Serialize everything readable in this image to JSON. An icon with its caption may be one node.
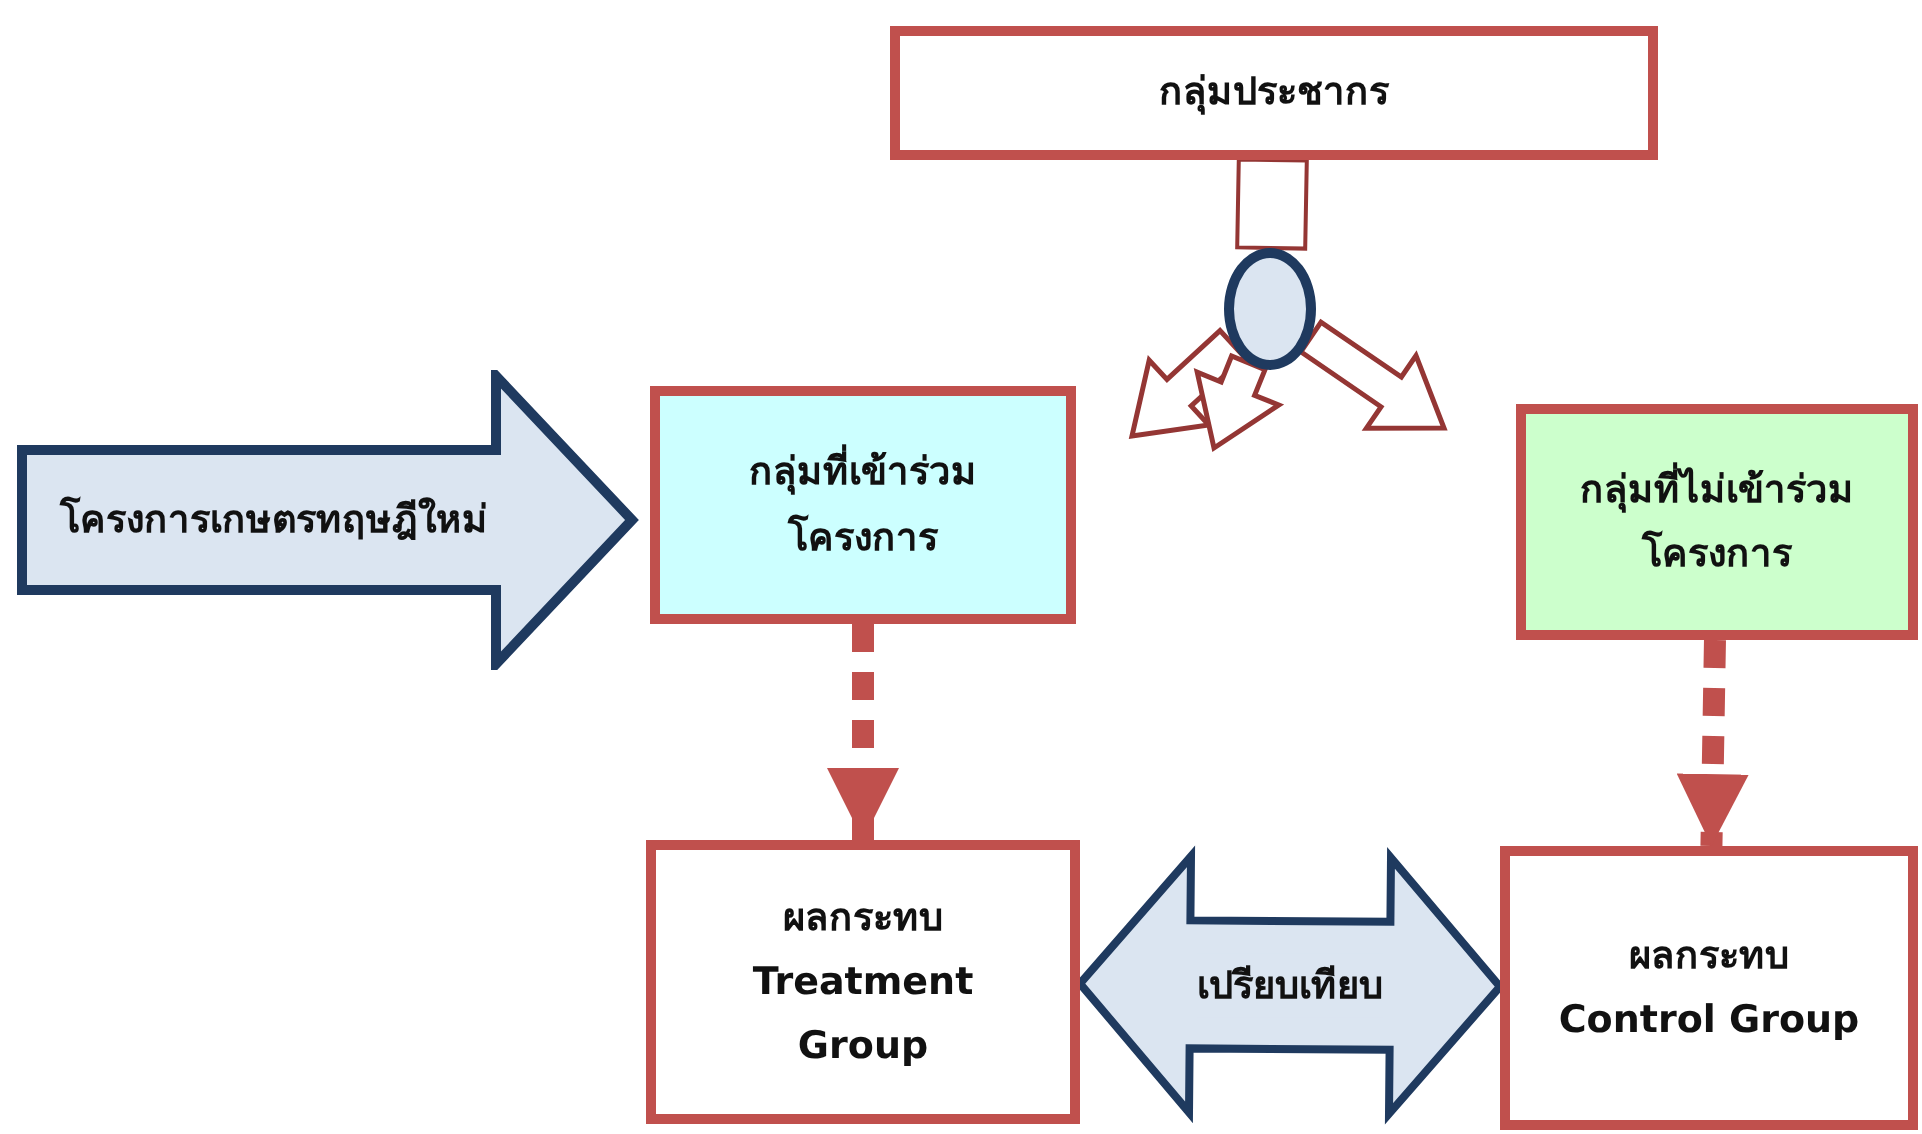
{
  "diagram": {
    "nodes": [
      {
        "text": [
          "กลุ่มประชากร"
        ]
      },
      {
        "text": [],
        "shape": "circle"
      },
      {
        "text": [
          "โครงการเกษตรทฤษฎีใหม่"
        ]
      },
      {
        "text": [
          "กลุ่มที่เข้าร่วม โครงการ"
        ]
      },
      {
        "text": [
          "กลุ่มที่ไม่เข้าร่วม โครงการ"
        ]
      },
      {
        "text": [
          "ผลกระทบ",
          "Treatment Group"
        ]
      },
      {
        "text": [
          "ผลกระทบ",
          "Control Group"
        ]
      }
    ],
    "edges": [
      {
        "from": 0,
        "to": 1,
        "arrow": "none"
      },
      {
        "from": 1,
        "to": null,
        "arrow": "to"
      },
      {
        "from": 1,
        "to": null,
        "arrow": "to"
      },
      {
        "from": 1,
        "to": null,
        "arrow": "to"
      },
      {
        "from": 3,
        "to": 5,
        "arrow": "to",
        "style": "dashed",
        "color": "#c0504d"
      },
      {
        "from": 4,
        "to": 6,
        "arrow": "to",
        "style": "dashed",
        "color": "#c0504d"
      },
      {
        "from": 5,
        "to": 6,
        "arrow": "both",
        "label": "เปรียบเทียบ",
        "color": "#1f3a5f"
      }
    ]
  }
}
